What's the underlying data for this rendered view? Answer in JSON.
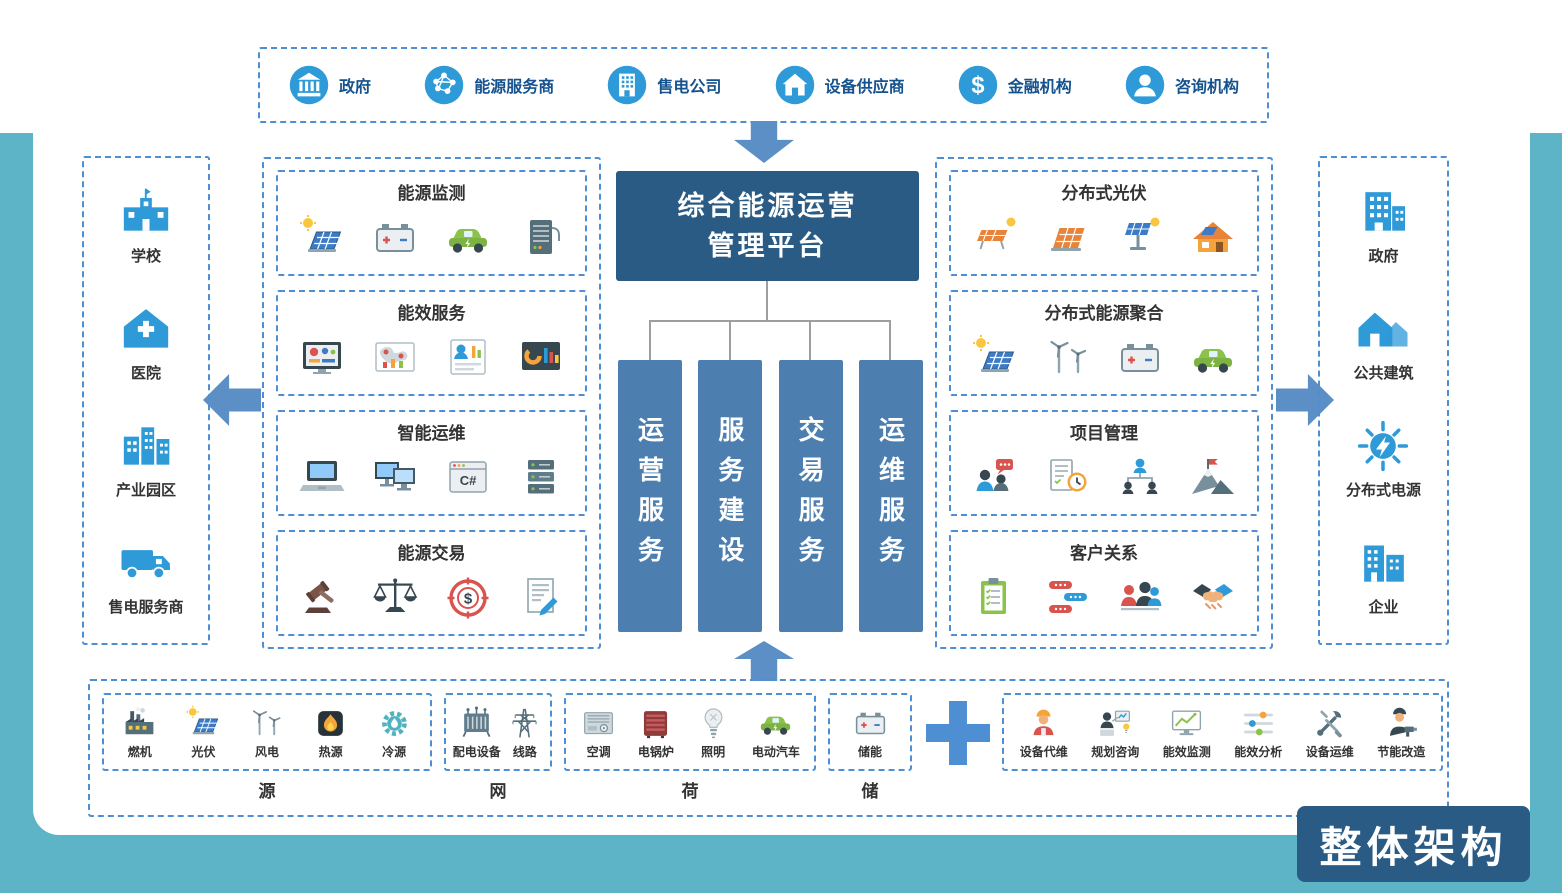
{
  "colors": {
    "background_teal": "#5CB4C6",
    "panel_white": "#FFFFFF",
    "dashed_border_blue": "#4E8ED3",
    "dark_navy_box": "#2A5B84",
    "pillar_blue": "#4C7FB0",
    "arrow_blue": "#5C8FC6",
    "entity_icon_blue": "#2E9AD8",
    "label_dark": "#333333",
    "top_label_blue": "#15528E"
  },
  "badge": {
    "label": "整体架构"
  },
  "platform": {
    "title_line1": "综合能源运营",
    "title_line2": "管理平台"
  },
  "pillars": [
    {
      "label": "运营服务"
    },
    {
      "label": "服务建设"
    },
    {
      "label": "交易服务"
    },
    {
      "label": "运维服务"
    }
  ],
  "top_stakeholders": {
    "items": [
      {
        "label": "政府",
        "icon": "bank"
      },
      {
        "label": "能源服务商",
        "icon": "network"
      },
      {
        "label": "售电公司",
        "icon": "office-building"
      },
      {
        "label": "设备供应商",
        "icon": "home"
      },
      {
        "label": "金融机构",
        "icon": "dollar"
      },
      {
        "label": "咨询机构",
        "icon": "person"
      }
    ]
  },
  "left_entities": {
    "items": [
      {
        "label": "学校",
        "icon": "school"
      },
      {
        "label": "医院",
        "icon": "hospital"
      },
      {
        "label": "产业园区",
        "icon": "industrial-park"
      },
      {
        "label": "售电服务商",
        "icon": "truck"
      }
    ]
  },
  "right_entities": {
    "items": [
      {
        "label": "政府",
        "icon": "gov-buildings"
      },
      {
        "label": "公共建筑",
        "icon": "public-buildings"
      },
      {
        "label": "分布式电源",
        "icon": "distributed-power"
      },
      {
        "label": "企业",
        "icon": "enterprise"
      }
    ]
  },
  "left_modules": [
    {
      "title": "能源监测",
      "icons": [
        "solar-panel",
        "battery",
        "ev-car",
        "server-rack"
      ]
    },
    {
      "title": "能效服务",
      "icons": [
        "dashboard",
        "map-chart",
        "analytics",
        "gauge-chart"
      ]
    },
    {
      "title": "智能运维",
      "icons": [
        "laptop",
        "monitors",
        "code-window",
        "server-stack"
      ]
    },
    {
      "title": "能源交易",
      "icons": [
        "gavel",
        "scales",
        "dollar-target",
        "contract"
      ]
    }
  ],
  "right_modules": [
    {
      "title": "分布式光伏",
      "icons": [
        "solar-small",
        "solar-panel2",
        "solar-tracker",
        "solar-roof"
      ]
    },
    {
      "title": "分布式能源聚合",
      "icons": [
        "solar-panel",
        "wind-turbines",
        "battery",
        "ev-car"
      ]
    },
    {
      "title": "项目管理",
      "icons": [
        "team-chat",
        "task-clock",
        "org-chart",
        "mountain-flag"
      ]
    },
    {
      "title": "客户关系",
      "icons": [
        "clipboard",
        "chat-list",
        "customers",
        "handshake"
      ]
    }
  ],
  "bottom": {
    "groups": [
      {
        "label": "源",
        "items": [
          {
            "label": "燃机",
            "icon": "gas-turbine"
          },
          {
            "label": "光伏",
            "icon": "solar-panel"
          },
          {
            "label": "风电",
            "icon": "wind-turbines"
          },
          {
            "label": "热源",
            "icon": "heat"
          },
          {
            "label": "冷源",
            "icon": "cold"
          }
        ]
      },
      {
        "label": "网",
        "items": [
          {
            "label": "配电设备",
            "icon": "transformer"
          },
          {
            "label": "线路",
            "icon": "power-line"
          }
        ]
      },
      {
        "label": "荷",
        "items": [
          {
            "label": "空调",
            "icon": "ac-unit"
          },
          {
            "label": "电锅炉",
            "icon": "boiler"
          },
          {
            "label": "照明",
            "icon": "lamp"
          },
          {
            "label": "电动汽车",
            "icon": "ev-car"
          }
        ]
      },
      {
        "label": "储",
        "items": [
          {
            "label": "储能",
            "icon": "battery"
          }
        ]
      }
    ],
    "plus_icon": "plus-cross",
    "services": {
      "items": [
        {
          "label": "设备代维",
          "icon": "worker"
        },
        {
          "label": "规划咨询",
          "icon": "planning"
        },
        {
          "label": "能效监测",
          "icon": "monitor-chart"
        },
        {
          "label": "能效分析",
          "icon": "sliders"
        },
        {
          "label": "设备运维",
          "icon": "wrench"
        },
        {
          "label": "节能改造",
          "icon": "worker-tools"
        }
      ]
    }
  }
}
